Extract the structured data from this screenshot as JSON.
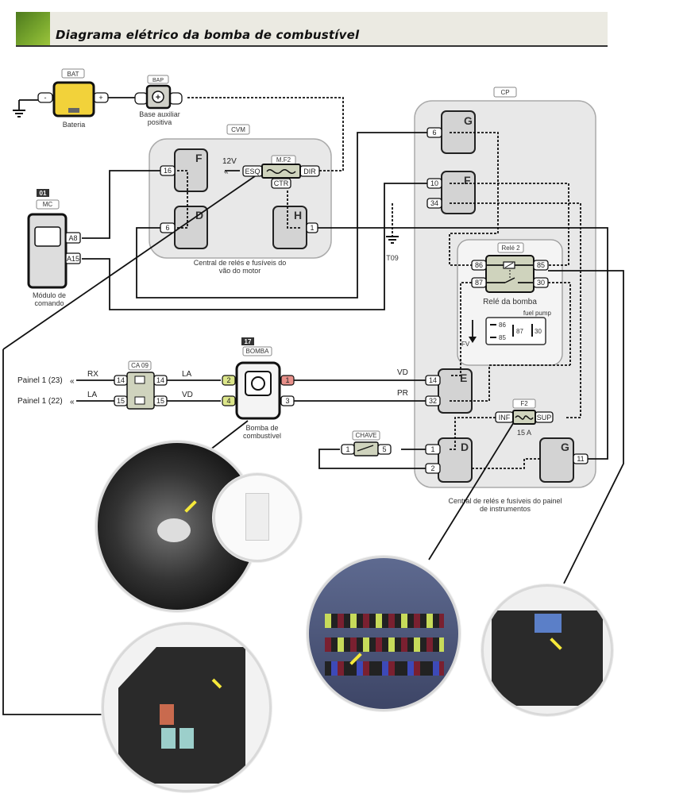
{
  "header": {
    "title": "Diagrama elétrico da bomba de combustível",
    "accent": "#7aa82e",
    "band": "#ebeae2"
  },
  "components": {
    "battery": {
      "tag": "BAT",
      "label": "Bateria",
      "neg": "-",
      "pos": "+",
      "color": "#f2d23a"
    },
    "bap": {
      "tag": "BAP",
      "label1": "Base auxiliar",
      "label2": "positiva"
    },
    "cvm": {
      "tag": "CVM",
      "caption1": "Central de relés e fusíveis do",
      "caption2": "vão do motor",
      "blocks": {
        "F": "F",
        "D": "D",
        "H": "H"
      },
      "pins": {
        "f16": "16",
        "d6": "6",
        "h1": "1"
      },
      "fuse": {
        "tag": "M.F2",
        "left": "ESQ",
        "right": "DIR",
        "center": "CTR",
        "supply": "12V"
      }
    },
    "mc": {
      "number": "01",
      "tag": "MC",
      "label1": "Módulo de",
      "label2": "comando",
      "pins": {
        "a8": "A8",
        "a15": "A15"
      }
    },
    "cp": {
      "tag": "CP",
      "caption1": "Central de relés e fusíveis do painel",
      "caption2": "de instrumentos",
      "blocks": {
        "G": "G",
        "F": "F",
        "E": "E",
        "D": "D",
        "G2": "G"
      },
      "pins": {
        "g6": "6",
        "f10": "10",
        "f34": "34",
        "e14": "14",
        "e32": "32",
        "d1": "1",
        "d2": "2",
        "g11": "11"
      },
      "relay": {
        "tag": "Relé 2",
        "label": "Relé da bomba",
        "pins": [
          "86",
          "85",
          "87",
          "30"
        ],
        "legend_title": "fuel pump",
        "legend_pins": [
          "86",
          "85",
          "87",
          "30"
        ],
        "fv": "FV"
      },
      "fuse": {
        "tag": "F2",
        "left": "INF",
        "right": "SUP",
        "rating": "15 A"
      }
    },
    "ground": {
      "tag": "T09"
    },
    "ca09": {
      "tag": "CA 09",
      "pins": [
        "14",
        "14",
        "15",
        "15"
      ]
    },
    "pump": {
      "number": "17",
      "tag": "BOMBA",
      "label1": "Bomba de",
      "label2": "combustível",
      "pins": [
        "2",
        "4",
        "1",
        "3"
      ]
    },
    "switch": {
      "tag": "CHAVE",
      "pins": [
        "1",
        "5"
      ]
    }
  },
  "wires": {
    "rx": "RX",
    "la1": "LA",
    "la2": "LA",
    "vd1": "VD",
    "vd2": "VD",
    "pr": "PR"
  },
  "external": {
    "panel23": "Painel 1 (23)",
    "panel22": "Painel 1 (22)"
  },
  "photos": [
    "fuel-pump-location",
    "engine-fuse-box",
    "dash-fuse-box",
    "relay-connector"
  ]
}
